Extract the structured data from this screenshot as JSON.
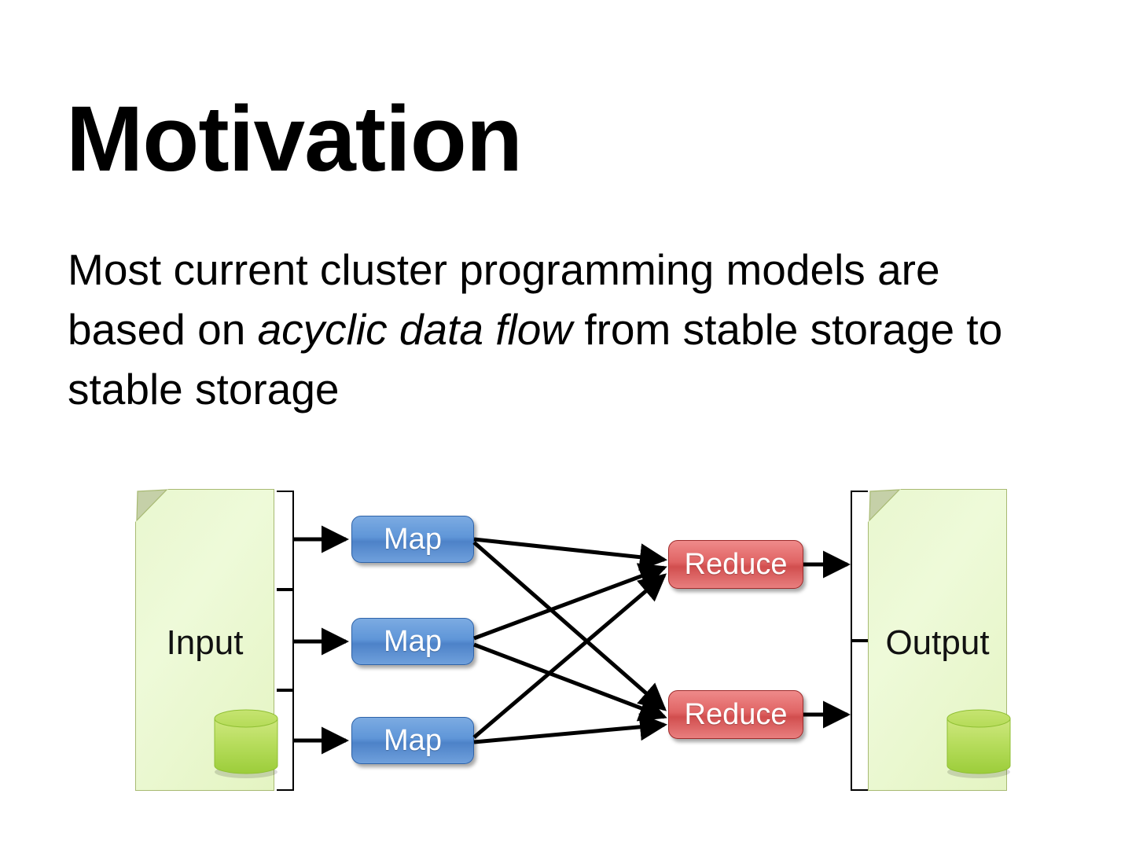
{
  "slide": {
    "title": "Motivation",
    "body": {
      "part1": "Most current cluster programming models are based on ",
      "emphasis": "acyclic data flow",
      "part2": " from stable storage to stable storage"
    }
  },
  "diagram": {
    "name": "acyclic-data-flow-mapreduce-diagram",
    "input_store": {
      "label": "Input",
      "icon": "database-cylinder-icon"
    },
    "output_store": {
      "label": "Output",
      "icon": "database-cylinder-icon"
    },
    "map_nodes": [
      {
        "label": "Map"
      },
      {
        "label": "Map"
      },
      {
        "label": "Map"
      }
    ],
    "reduce_nodes": [
      {
        "label": "Reduce"
      },
      {
        "label": "Reduce"
      }
    ],
    "colors": {
      "map_fill": "#5f96d8",
      "map_border": "#2f63a8",
      "reduce_fill": "#e06464",
      "reduce_border": "#9e2b2b",
      "document_fill": "#e9f7cf",
      "document_border": "#a8ba73",
      "cylinder_fill": "#a8d84a",
      "arrow": "#000000",
      "text_on_node": "#ffffff",
      "slide_text": "#000000",
      "background": "#ffffff"
    },
    "edge_count": 6,
    "edges": [
      {
        "from": "map-1",
        "to": "reduce-1"
      },
      {
        "from": "map-1",
        "to": "reduce-2"
      },
      {
        "from": "map-2",
        "to": "reduce-1"
      },
      {
        "from": "map-2",
        "to": "reduce-2"
      },
      {
        "from": "map-3",
        "to": "reduce-1"
      },
      {
        "from": "map-3",
        "to": "reduce-2"
      }
    ]
  }
}
